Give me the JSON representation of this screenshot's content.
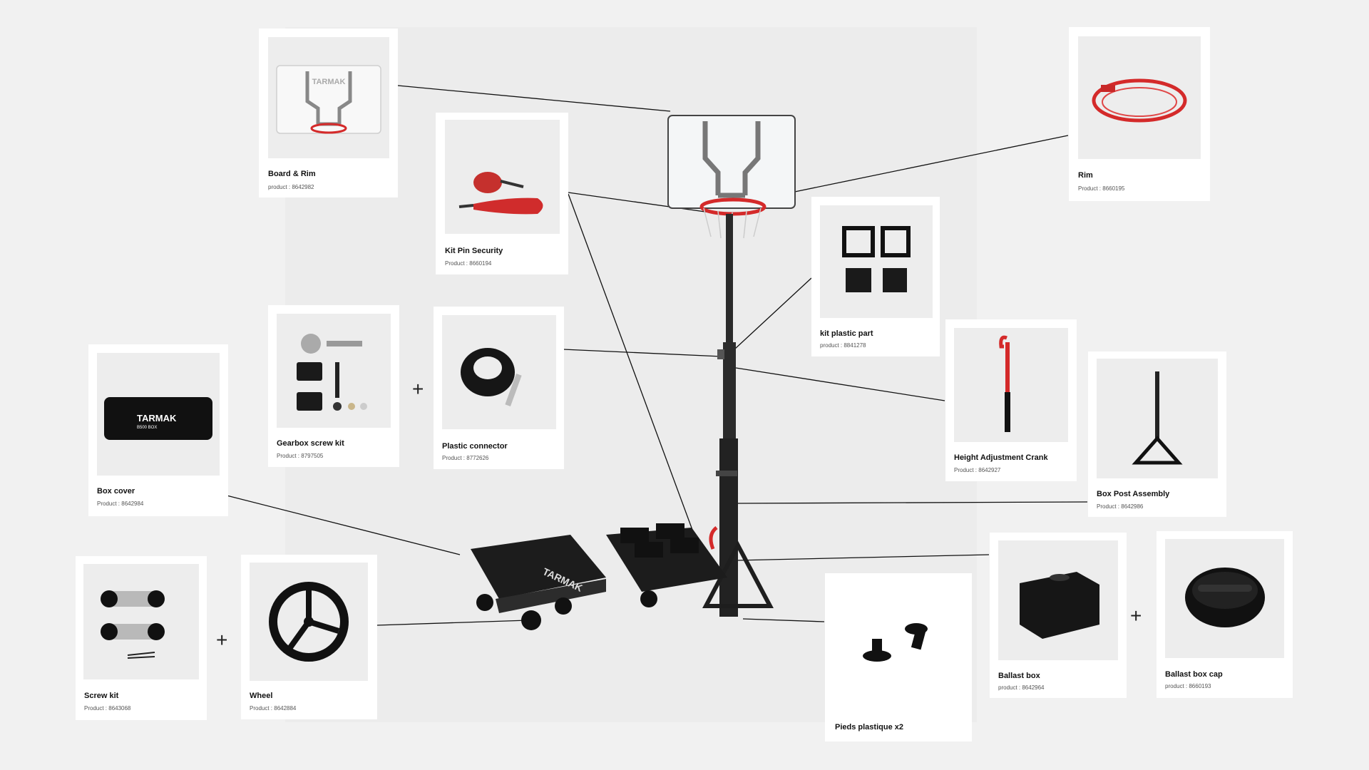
{
  "parts": [
    {
      "id": "board-rim",
      "name": "Board & Rim",
      "code": "product : 8642982"
    },
    {
      "id": "kit-pin",
      "name": "Kit Pin Security",
      "code": "Product : 8660194"
    },
    {
      "id": "rim",
      "name": "Rim",
      "code": "Product : 8660195"
    },
    {
      "id": "kit-plastic",
      "name": "kit plastic part",
      "code": "product : 8841278"
    },
    {
      "id": "gearbox",
      "name": "Gearbox screw kit",
      "code": "Product : 8797505"
    },
    {
      "id": "plastic-connector",
      "name": "Plastic connector",
      "code": "Product : 8772626"
    },
    {
      "id": "height-crank",
      "name": "Height Adjustment Crank",
      "code": "Product : 8642927"
    },
    {
      "id": "box-post",
      "name": "Box Post Assembly",
      "code": "Product : 8642986"
    },
    {
      "id": "box-cover",
      "name": "Box cover",
      "code": "Product : 8642984"
    },
    {
      "id": "screw-kit",
      "name": "Screw kit",
      "code": "Product : 8643068"
    },
    {
      "id": "wheel",
      "name": "Wheel",
      "code": "Product : 8642884"
    },
    {
      "id": "pieds",
      "name": "Pieds plastique x2",
      "code": ""
    },
    {
      "id": "ballast-box",
      "name": "Ballast box",
      "code": "product : 8642964"
    },
    {
      "id": "ballast-cap",
      "name": "Ballast box cap",
      "code": "product : 8660193"
    }
  ],
  "plus_sign": "+",
  "board_logo": "TARMAK",
  "cover_logo": "TARMAK",
  "cover_sub": "B500 BOX",
  "colors": {
    "accent_red": "#d42a2a",
    "dark": "#1b1b1b",
    "card_bg": "#ffffff",
    "img_bg": "#ededed"
  }
}
